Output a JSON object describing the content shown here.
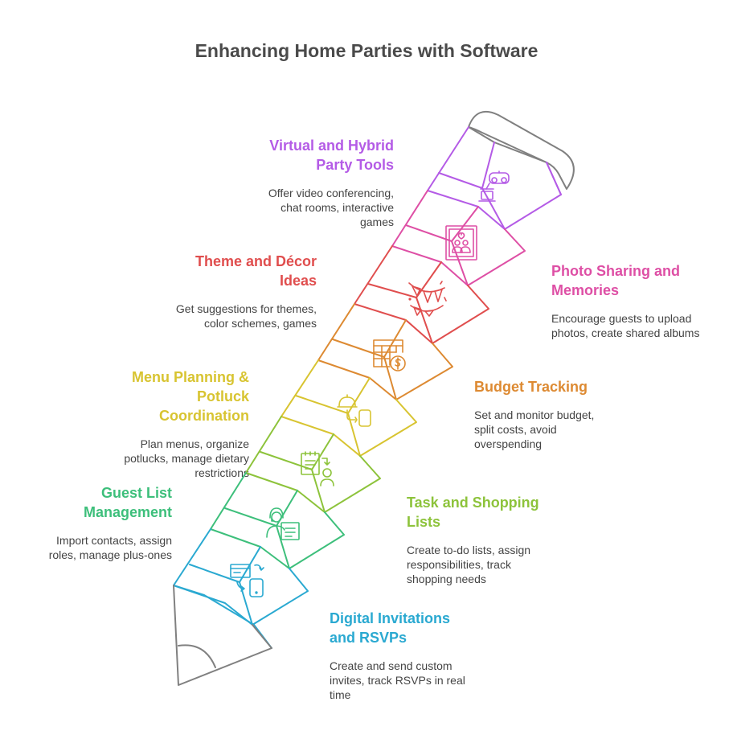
{
  "title": "Enhancing Home Parties with Software",
  "features": [
    {
      "id": "virtual",
      "title": "Virtual and Hybrid Party Tools",
      "desc": "Offer video conferencing, chat rooms, interactive games",
      "color": "#b45be6",
      "icon": "vr-headset-icon"
    },
    {
      "id": "photo",
      "title": "Photo Sharing and Memories",
      "desc": "Encourage guests to upload photos, create shared albums",
      "color": "#de4fa5",
      "icon": "photo-frame-icon"
    },
    {
      "id": "theme",
      "title": "Theme and Décor Ideas",
      "desc": "Get suggestions for themes, color schemes, games",
      "color": "#e04e4e",
      "icon": "bunting-icon"
    },
    {
      "id": "budget",
      "title": "Budget Tracking",
      "desc": "Set and monitor budget, split costs, avoid overspending",
      "color": "#dd8a32",
      "icon": "budget-sheet-icon"
    },
    {
      "id": "menu",
      "title": "Menu Planning & Potluck Coordination",
      "desc": "Plan menus, organize potlucks, manage dietary restrictions",
      "color": "#d8c431",
      "icon": "food-cloche-icon"
    },
    {
      "id": "task",
      "title": "Task and Shopping Lists",
      "desc": "Create to-do lists, assign responsibilities, track shopping needs",
      "color": "#8dc33b",
      "icon": "checklist-icon"
    },
    {
      "id": "guest",
      "title": "Guest List Management",
      "desc": "Import contacts, assign roles, manage plus-ones",
      "color": "#3dbf7b",
      "icon": "guest-list-icon"
    },
    {
      "id": "invite",
      "title": "Digital Invitations and RSVPs",
      "desc": "Create and send custom invites, track RSVPs in real time",
      "color": "#2aa9d1",
      "icon": "invite-phone-icon"
    }
  ]
}
